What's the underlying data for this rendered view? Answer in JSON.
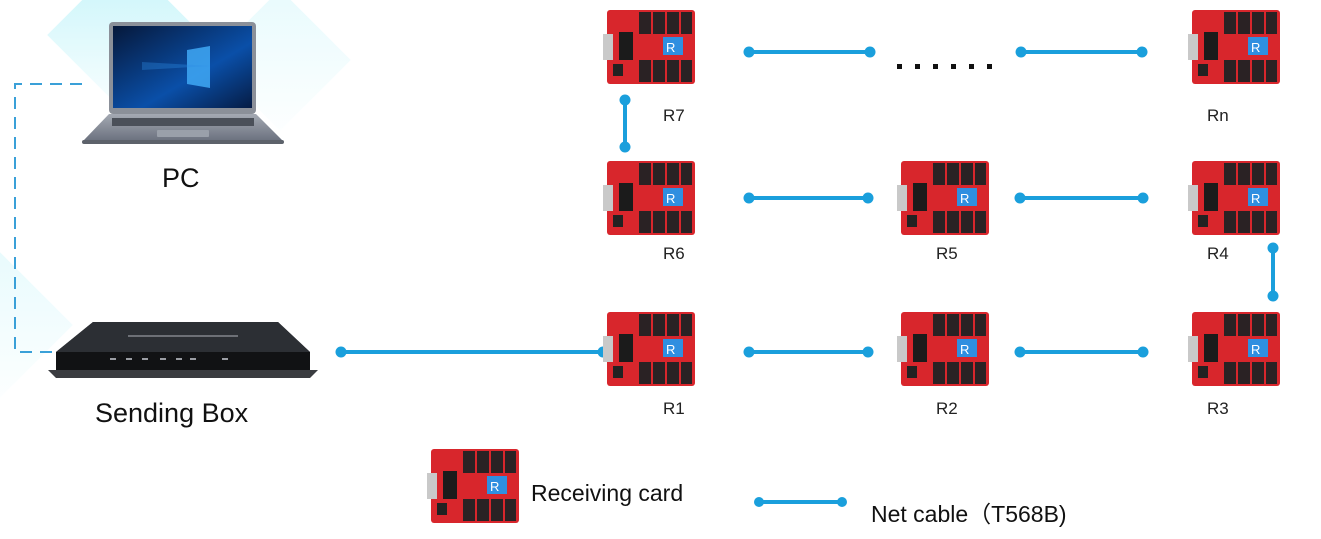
{
  "diagram": {
    "pc": {
      "label": "PC"
    },
    "sending_box": {
      "label": "Sending Box"
    },
    "cards": [
      {
        "id": "R7",
        "label": "R7"
      },
      {
        "id": "Rn",
        "label": "Rn"
      },
      {
        "id": "R6",
        "label": "R6"
      },
      {
        "id": "R5",
        "label": "R5"
      },
      {
        "id": "R4",
        "label": "R4"
      },
      {
        "id": "R1",
        "label": "R1"
      },
      {
        "id": "R2",
        "label": "R2"
      },
      {
        "id": "R3",
        "label": "R3"
      }
    ],
    "chip_text": "R",
    "ellipsis": "......",
    "connections": [
      {
        "from": "Sending Box",
        "to": "R1"
      },
      {
        "from": "R1",
        "to": "R2"
      },
      {
        "from": "R2",
        "to": "R3"
      },
      {
        "from": "R3",
        "to": "R4"
      },
      {
        "from": "R4",
        "to": "R5"
      },
      {
        "from": "R5",
        "to": "R6"
      },
      {
        "from": "R6",
        "to": "R7"
      },
      {
        "from": "R7",
        "to": "..."
      },
      {
        "from": "...",
        "to": "Rn"
      }
    ],
    "pc_link": "dashed",
    "colors": {
      "cable": "#1a9fdc",
      "dashed": "#3aa0d8",
      "card_red": "#d8262c",
      "chip_blue": "#2f8fe0"
    }
  },
  "legend": {
    "receiving_card_label": "Receiving card",
    "net_cable_label": "Net cable（T568B)"
  }
}
